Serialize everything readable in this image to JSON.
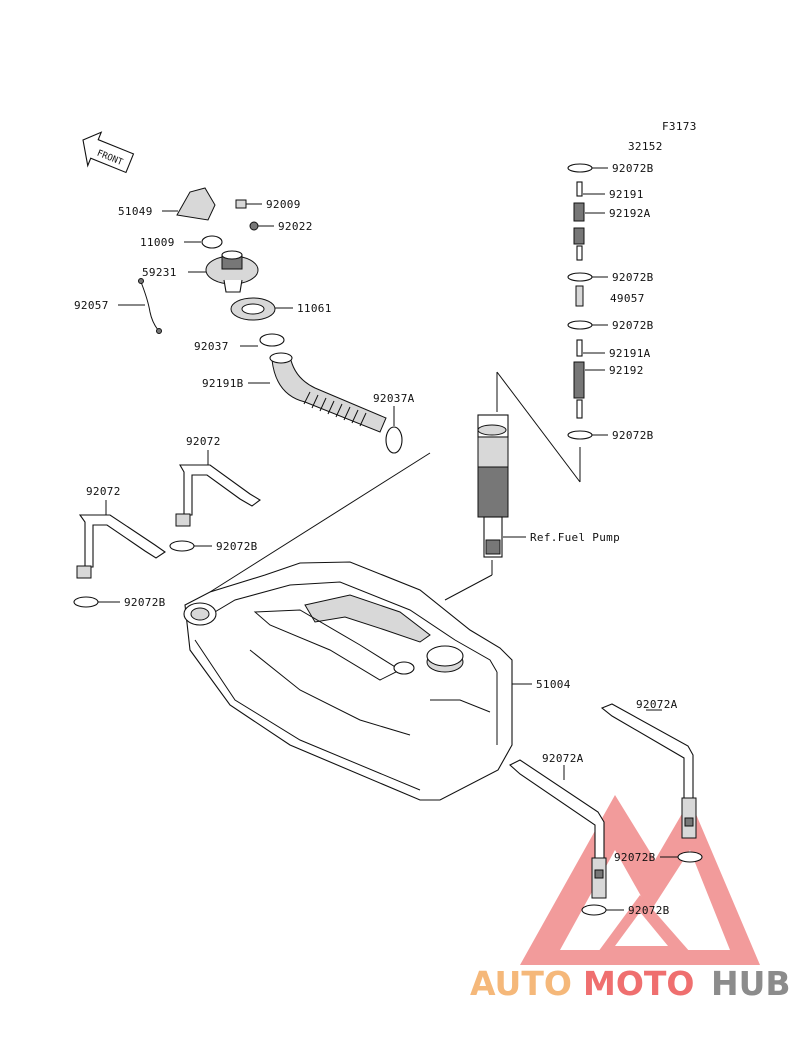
{
  "figure_code": "F3173",
  "front_label": "FRONT",
  "labels": {
    "p32152": "32152",
    "p92072B_a": "92072B",
    "p92191": "92191",
    "p92192A": "92192A",
    "p92072B_b": "92072B",
    "p49057": "49057",
    "p92072B_c": "92072B",
    "p92191A": "92191A",
    "p92192": "92192",
    "p92072B_d": "92072B",
    "p51049": "51049",
    "p92009": "92009",
    "p92022": "92022",
    "p11009": "11009",
    "p59231": "59231",
    "p92057": "92057",
    "p11061": "11061",
    "p92037": "92037",
    "p92191B": "92191B",
    "p92037A": "92037A",
    "p92072_a": "92072",
    "p92072_b": "92072",
    "p92072B_e": "92072B",
    "p92072B_f": "92072B",
    "ref_fuel_pump": "Ref.Fuel Pump",
    "p51004": "51004",
    "p92072A_a": "92072A",
    "p92072A_b": "92072A",
    "p92072B_g": "92072B",
    "p92072B_h": "92072B"
  },
  "watermark": {
    "part1": "AUTO",
    "part2": "MOTO",
    "part3": "HUB",
    "color_orange": "#f5b87a",
    "color_red": "#ef6f6f",
    "color_gray": "#8c8c8c"
  }
}
